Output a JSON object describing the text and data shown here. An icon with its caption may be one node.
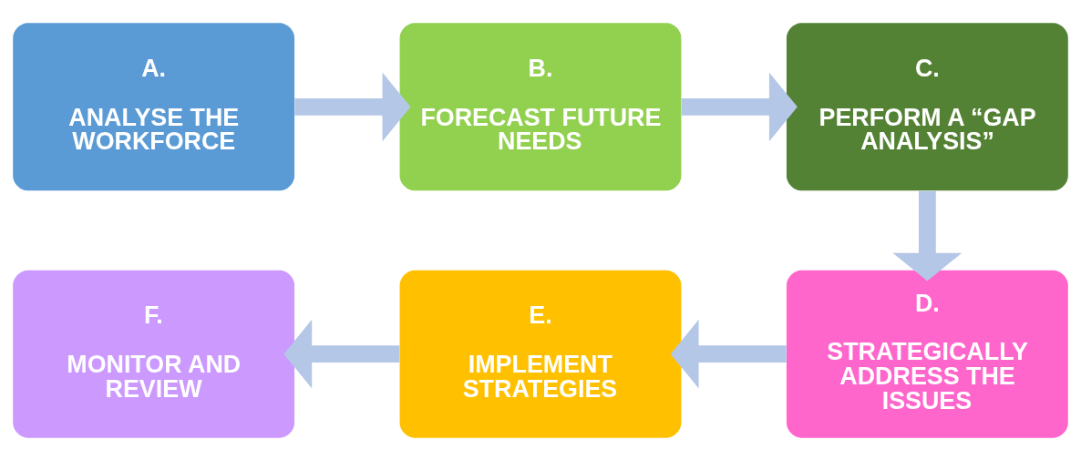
{
  "diagram": {
    "nodes": [
      {
        "text": [
          "A.",
          "ANALYSE THE WORKFORCE"
        ]
      },
      {
        "text": [
          "B.",
          "FORECAST FUTURE NEEDS"
        ]
      },
      {
        "text": [
          "C.",
          "PERFORM A “GAP ANALYSIS”"
        ]
      },
      {
        "text": [
          "D.",
          "STRATEGICALLY ADDRESS THE ISSUES"
        ]
      },
      {
        "text": [
          "E.",
          "IMPLEMENT STRATEGIES"
        ]
      },
      {
        "text": [
          "F.",
          "MONITOR AND REVIEW"
        ]
      }
    ],
    "edges": [
      {
        "from": 0,
        "to": 1,
        "arrow": "to"
      },
      {
        "from": 1,
        "to": 2,
        "arrow": "to"
      },
      {
        "from": 2,
        "to": 3,
        "arrow": "to"
      },
      {
        "from": 3,
        "to": 4,
        "arrow": "to"
      },
      {
        "from": 4,
        "to": 5,
        "arrow": "to"
      }
    ]
  }
}
